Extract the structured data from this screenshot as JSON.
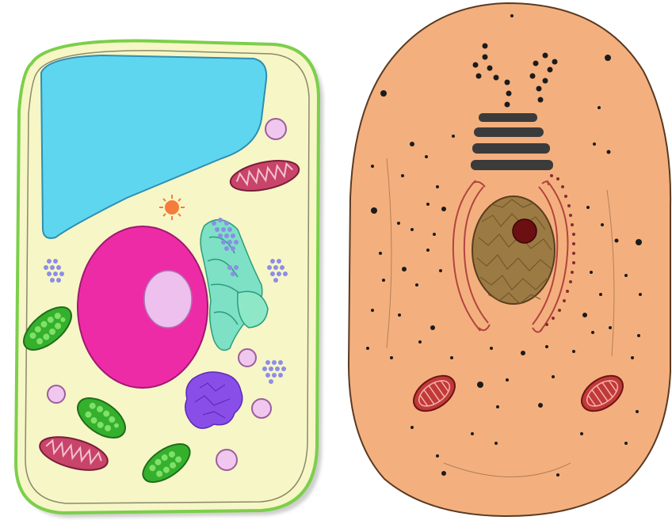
{
  "figure": {
    "panels": [
      {
        "id": "plant-cell",
        "organelles": [
          "cell-wall",
          "cell-membrane",
          "vacuole",
          "nucleus",
          "nucleolus",
          "chloroplast",
          "mitochondrion",
          "ribosome-cluster",
          "golgi-apparatus",
          "vesicle",
          "centrosome"
        ]
      },
      {
        "id": "animal-cell",
        "organelles": [
          "cell-membrane",
          "nucleus",
          "nucleolus",
          "golgi-apparatus",
          "endoplasmic-reticulum",
          "mitochondrion",
          "centriole",
          "ribosome-dot"
        ]
      }
    ]
  },
  "colors": {
    "plant_wall": "#7ccf4a",
    "plant_cytoplasm": "#f7f6c7",
    "vacuole": "#5fd6f0",
    "nucleus": "#ee2ba6",
    "nucleolus": "#edc0ee",
    "chloroplast": "#35b02c",
    "mitochondrion": "#c94469",
    "animal_cytoplasm": "#f3b07e",
    "animal_nucleus": "#9c7a43",
    "animal_nucleolus": "#6b0f12",
    "golgi": "#3b3b3b",
    "ribosome": "#1b1b1b"
  }
}
